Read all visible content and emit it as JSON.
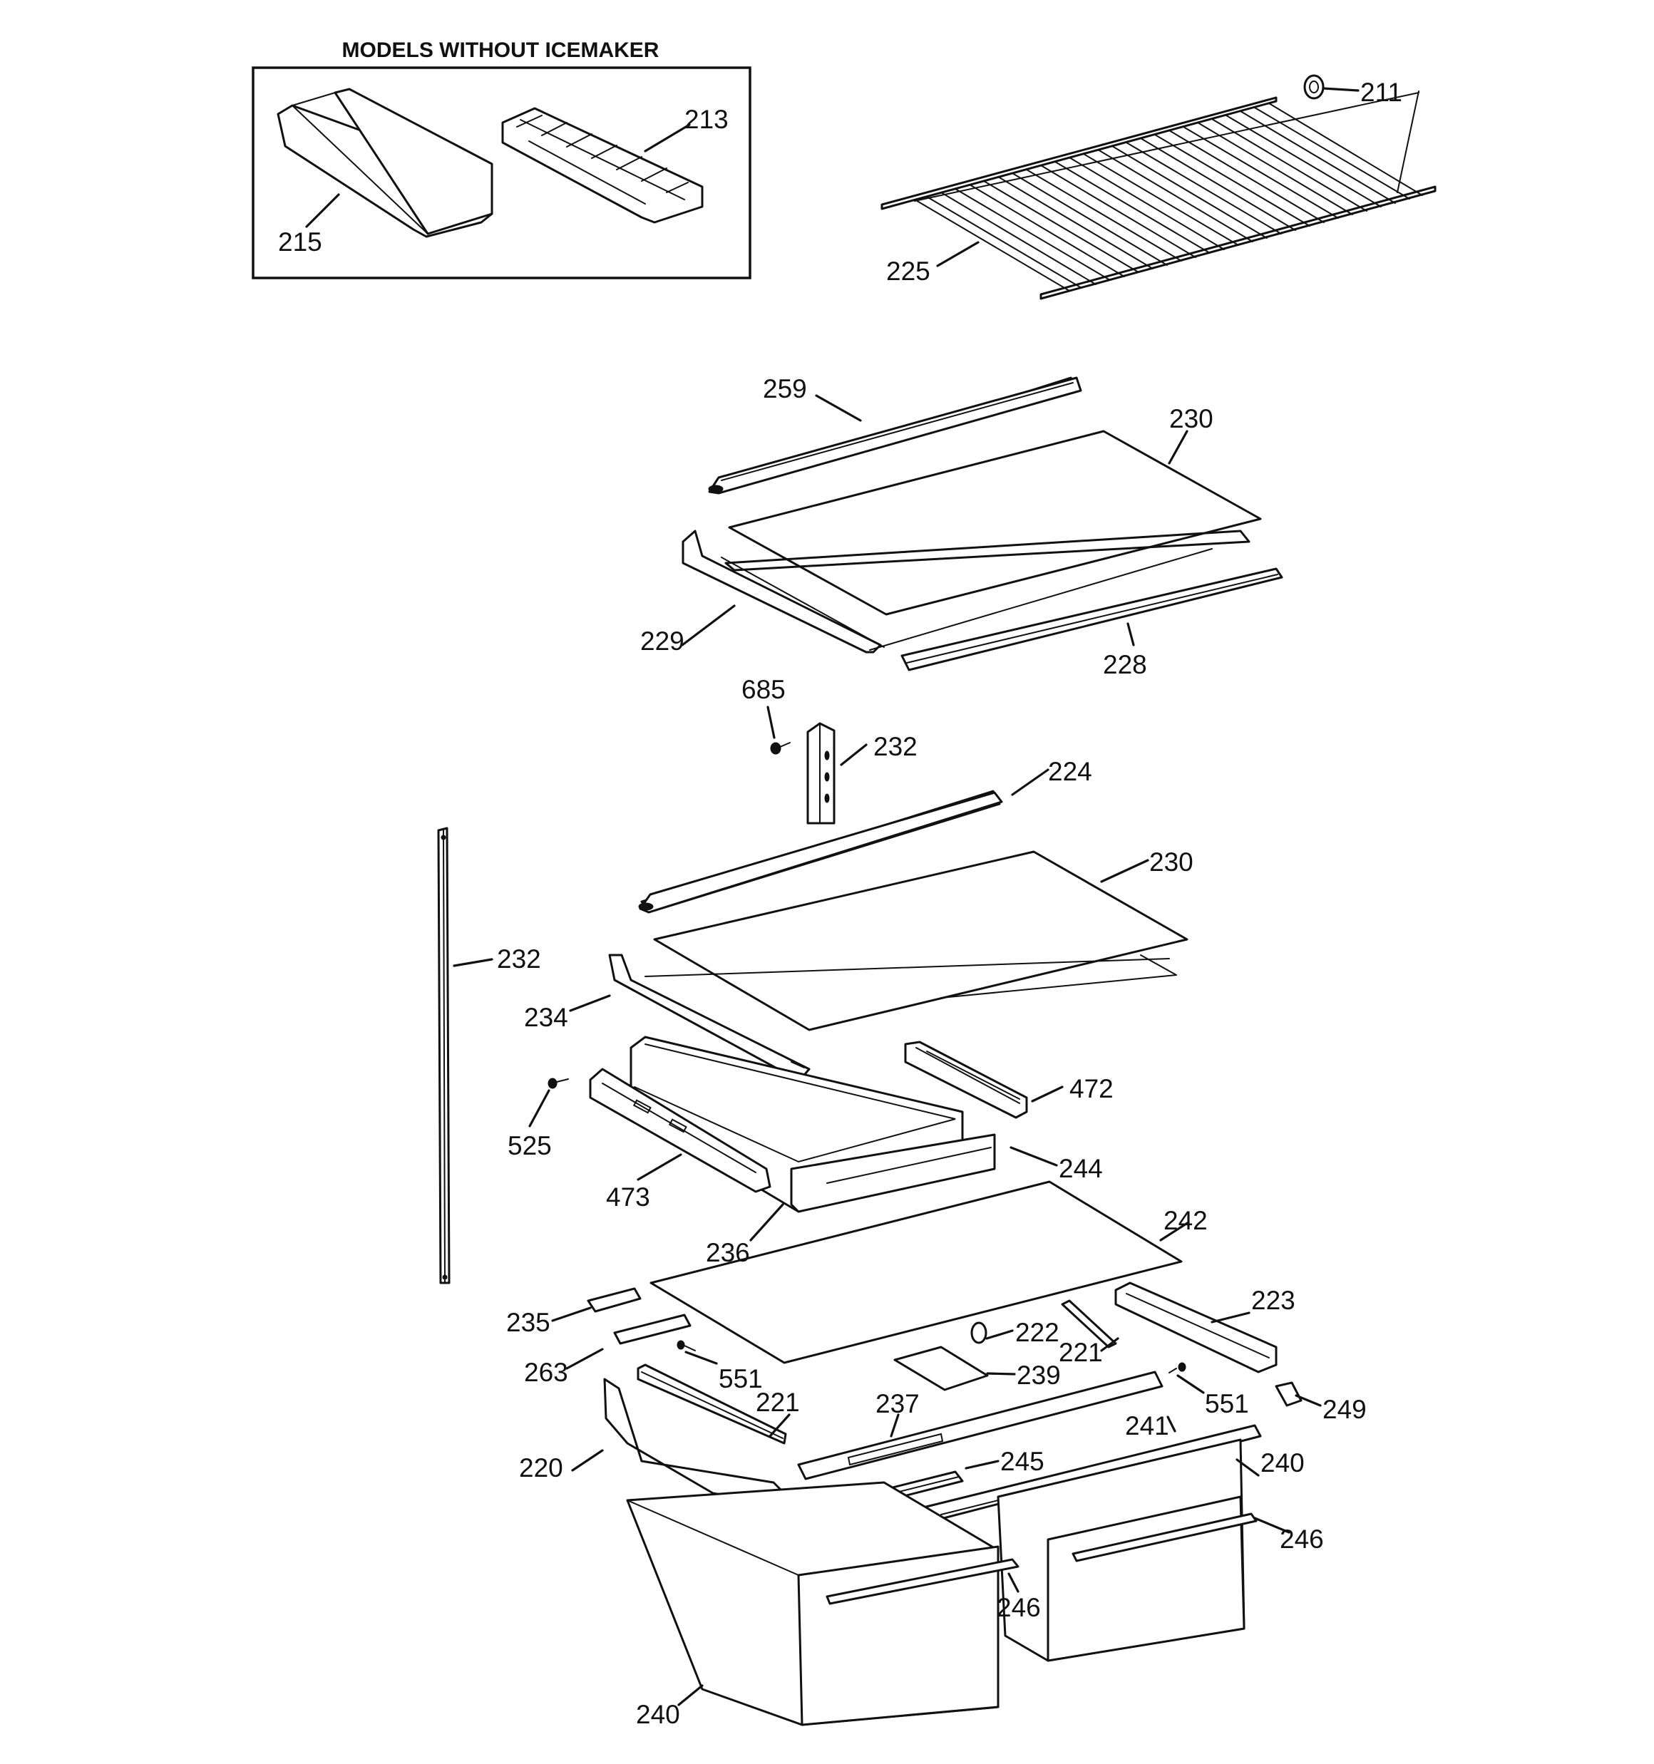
{
  "inset": {
    "title": "MODELS WITHOUT ICEMAKER"
  },
  "callouts": [
    {
      "id": "c211",
      "text": "211"
    },
    {
      "id": "c213",
      "text": "213"
    },
    {
      "id": "c215",
      "text": "215"
    },
    {
      "id": "c225",
      "text": "225"
    },
    {
      "id": "c259",
      "text": "259"
    },
    {
      "id": "c230a",
      "text": "230"
    },
    {
      "id": "c229",
      "text": "229"
    },
    {
      "id": "c228",
      "text": "228"
    },
    {
      "id": "c685",
      "text": "685"
    },
    {
      "id": "c232a",
      "text": "232"
    },
    {
      "id": "c224",
      "text": "224"
    },
    {
      "id": "c230b",
      "text": "230"
    },
    {
      "id": "c232b",
      "text": "232"
    },
    {
      "id": "c234",
      "text": "234"
    },
    {
      "id": "c472",
      "text": "472"
    },
    {
      "id": "c525",
      "text": "525"
    },
    {
      "id": "c473",
      "text": "473"
    },
    {
      "id": "c244",
      "text": "244"
    },
    {
      "id": "c236",
      "text": "236"
    },
    {
      "id": "c242",
      "text": "242"
    },
    {
      "id": "c235",
      "text": "235"
    },
    {
      "id": "c223",
      "text": "223"
    },
    {
      "id": "c222",
      "text": "222"
    },
    {
      "id": "c263",
      "text": "263"
    },
    {
      "id": "c551a",
      "text": "551"
    },
    {
      "id": "c221a",
      "text": "221"
    },
    {
      "id": "c239",
      "text": "239"
    },
    {
      "id": "c551b",
      "text": "551"
    },
    {
      "id": "c249",
      "text": "249"
    },
    {
      "id": "c221b",
      "text": "221"
    },
    {
      "id": "c237",
      "text": "237"
    },
    {
      "id": "c241",
      "text": "241"
    },
    {
      "id": "c240a",
      "text": "240"
    },
    {
      "id": "c220",
      "text": "220"
    },
    {
      "id": "c245",
      "text": "245"
    },
    {
      "id": "c246a",
      "text": "246"
    },
    {
      "id": "c246b",
      "text": "246"
    },
    {
      "id": "c240b",
      "text": "240"
    }
  ]
}
